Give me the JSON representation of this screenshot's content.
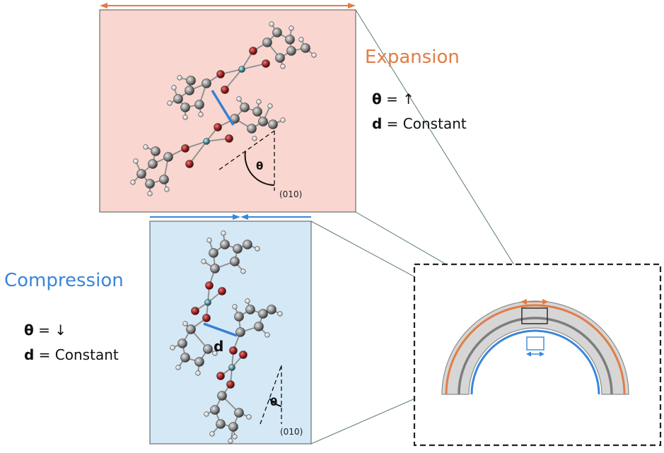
{
  "colors": {
    "expansion_accent": "#e07d45",
    "compression_accent": "#3a86d8",
    "expansion_panel_bg": "#f9d6cf",
    "compression_panel_bg": "#d4e8f6",
    "bond_blue": "#3a7fd0",
    "oxygen_red": "#a0201e",
    "metal_teal": "#4b8f9a",
    "carbon_gray": "#8a8a8a",
    "hydrogen_white": "#f4f4f4",
    "frame_dark": "#222222"
  },
  "expansion": {
    "title": "Expansion",
    "theta_symbol": "θ",
    "theta_value": " = ↑",
    "d_symbol": "d",
    "d_value": " = Constant",
    "angle_label": "θ",
    "axis_label": "(010)"
  },
  "compression": {
    "title": "Compression",
    "theta_symbol": "θ",
    "theta_value": " = ↓",
    "d_symbol": "d",
    "d_value": " = Constant",
    "distance_label": "d",
    "angle_label": "θ",
    "axis_label": "(010)"
  },
  "icons": {
    "expansion_arrow": "double-headed-arrow-icon",
    "compression_arrow": "converging-arrows-icon"
  }
}
